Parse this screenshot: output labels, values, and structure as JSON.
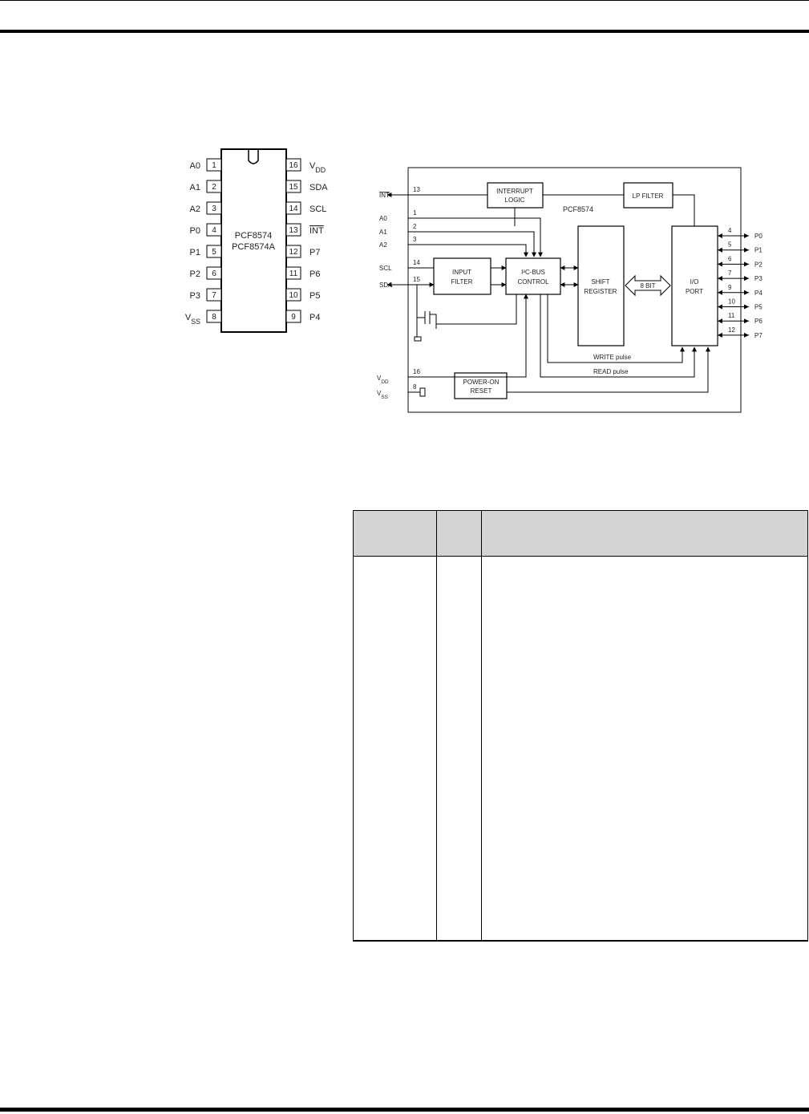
{
  "pinout": {
    "chip_label_1": "PCF8574",
    "chip_label_2": "PCF8574A",
    "left_pins": [
      {
        "num": "1",
        "name": "A0"
      },
      {
        "num": "2",
        "name": "A1"
      },
      {
        "num": "3",
        "name": "A2"
      },
      {
        "num": "4",
        "name": "P0"
      },
      {
        "num": "5",
        "name": "P1"
      },
      {
        "num": "6",
        "name": "P2"
      },
      {
        "num": "7",
        "name": "P3"
      },
      {
        "num": "8",
        "name": "V",
        "sub": "SS"
      }
    ],
    "right_pins": [
      {
        "num": "16",
        "name": "V",
        "sub": "DD"
      },
      {
        "num": "15",
        "name": "SDA"
      },
      {
        "num": "14",
        "name": "SCL"
      },
      {
        "num": "13",
        "name": "INT"
      },
      {
        "num": "12",
        "name": "P7"
      },
      {
        "num": "11",
        "name": "P6"
      },
      {
        "num": "10",
        "name": "P5"
      },
      {
        "num": "9",
        "name": "P4"
      }
    ]
  },
  "block_diagram": {
    "device_label": "PCF8574",
    "blocks": {
      "interrupt_logic": [
        "INTERRUPT",
        "LOGIC"
      ],
      "lp_filter": [
        "LP FILTER"
      ],
      "input_filter": [
        "INPUT",
        "FILTER"
      ],
      "i2c_control": [
        "I²C-BUS",
        "CONTROL"
      ],
      "shift_register": [
        "SHIFT",
        "REGISTER"
      ],
      "io_port": [
        "I/O",
        "PORT"
      ],
      "power_on_reset": [
        "POWER-ON",
        "RESET"
      ]
    },
    "bus_label": "8 BIT",
    "write_label": "WRITE pulse",
    "read_label": "READ pulse",
    "left_signals": [
      {
        "name": "INT",
        "num": "13"
      },
      {
        "name": "A0",
        "num": "1"
      },
      {
        "name": "A1",
        "num": "2"
      },
      {
        "name": "A2",
        "num": "3"
      },
      {
        "name": "SCL",
        "num": "14"
      },
      {
        "name": "SDA",
        "num": "15"
      }
    ],
    "vdd": {
      "name": "V",
      "sub": "DD",
      "num": "16"
    },
    "vss": {
      "name": "V",
      "sub": "SS",
      "num": "8"
    },
    "right_pins": [
      {
        "num": "4",
        "name": "P0"
      },
      {
        "num": "5",
        "name": "P1"
      },
      {
        "num": "6",
        "name": "P2"
      },
      {
        "num": "7",
        "name": "P3"
      },
      {
        "num": "9",
        "name": "P4"
      },
      {
        "num": "10",
        "name": "P5"
      },
      {
        "num": "11",
        "name": "P6"
      },
      {
        "num": "12",
        "name": "P7"
      }
    ]
  },
  "pin_table": {
    "headers": [
      "",
      "",
      ""
    ],
    "rows": []
  }
}
